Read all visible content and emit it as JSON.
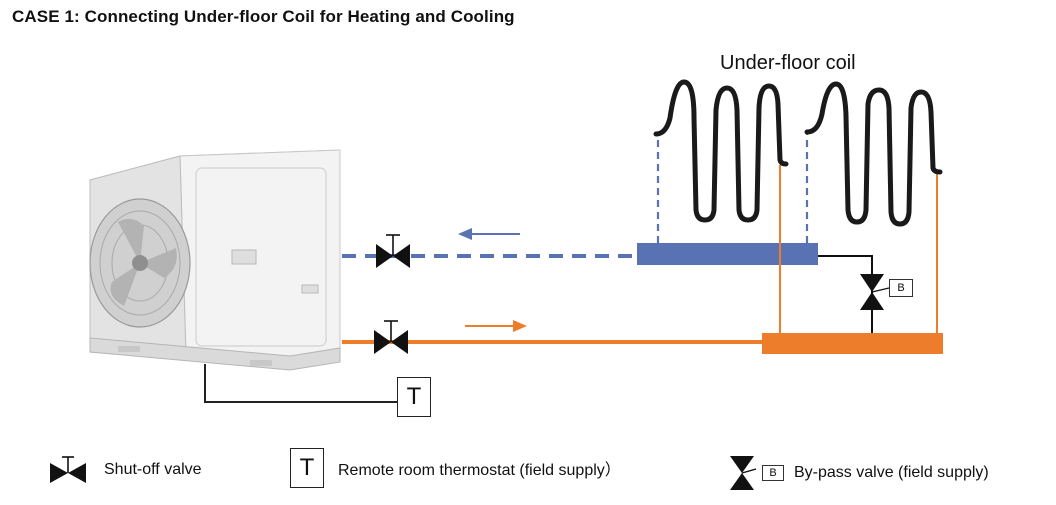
{
  "title": "CASE 1: Connecting Under-floor Coil for Heating and Cooling",
  "coil_label": "Under-floor coil",
  "thermostat_symbol": "T",
  "bypass_symbol": "B",
  "legend": {
    "shutoff": "Shut-off valve",
    "thermostat_symbol": "T",
    "thermostat": "Remote room thermostat (field supply）",
    "bypass_symbol": "B",
    "bypass": "By-pass valve (field supply)"
  },
  "colors": {
    "cold": "#5872b3",
    "hot": "#ee7d2b",
    "coil": "#1a1a1a"
  }
}
